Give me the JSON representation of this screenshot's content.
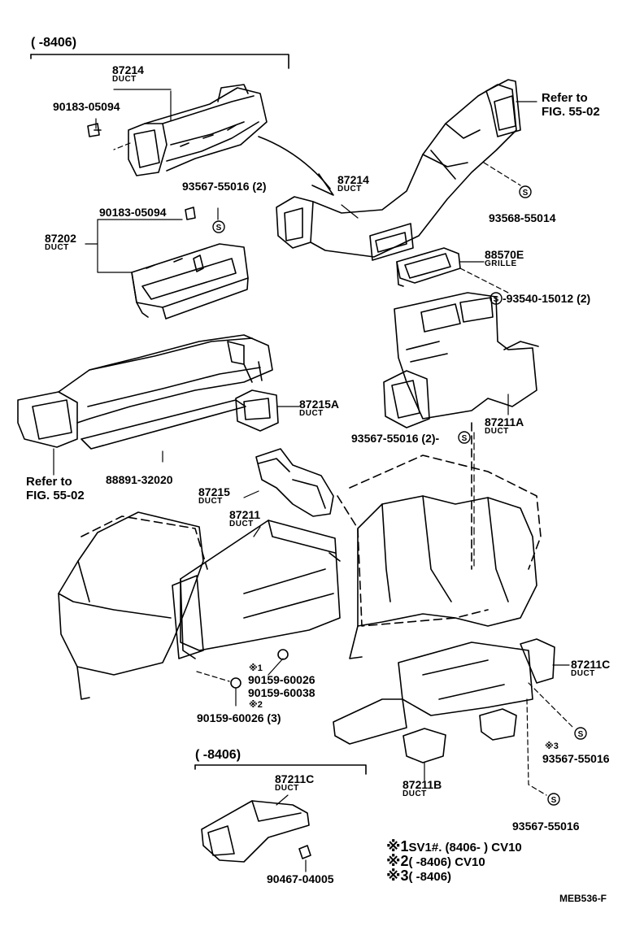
{
  "brackets": {
    "top": "(      -8406)",
    "bottom": "(      -8406)"
  },
  "labels": {
    "duct_87214_left": {
      "part": "87214",
      "name": "DUCT"
    },
    "screw_90183_a": "90183-05094",
    "screw_93567_a": "93567-55016 (2)",
    "screw_90183_b": "90183-05094",
    "duct_87202": {
      "part": "87202",
      "name": "DUCT"
    },
    "duct_87214_right": {
      "part": "87214",
      "name": "DUCT"
    },
    "refer_top": {
      "line1": "Refer to",
      "line2": "FIG. 55-02"
    },
    "screw_93568": "93568-55014",
    "grille_88570e": {
      "part": "88570E",
      "name": "GRILLE"
    },
    "screw_93540": "-93540-15012 (2)",
    "duct_87215a": {
      "part": "87215A",
      "name": "DUCT"
    },
    "duct_87211a": {
      "part": "87211A",
      "name": "DUCT"
    },
    "screw_93567_b": "93567-55016 (2)-",
    "refer_left": {
      "line1": "Refer to",
      "line2": "FIG. 55-02"
    },
    "pad_88891": "88891-32020",
    "duct_87215": {
      "part": "87215",
      "name": "DUCT"
    },
    "duct_87211": {
      "part": "87211",
      "name": "DUCT"
    },
    "mark_1": "※1",
    "clip_90159_60026": "90159-60026",
    "clip_90159_60038": "90159-60038",
    "mark_2": "※2",
    "clip_90159_60026_3": "90159-60026 (3)",
    "duct_87211c_right": {
      "part": "87211C",
      "name": "DUCT"
    },
    "mark_3": "※3",
    "screw_93567_c": "93567-55016",
    "duct_87211b": {
      "part": "87211B",
      "name": "DUCT"
    },
    "screw_93567_d": "93567-55016",
    "duct_87211c_bottom": {
      "part": "87211C",
      "name": "DUCT"
    },
    "clip_90467": "90467-04005"
  },
  "notes": [
    {
      "sym": "※1",
      "text": "SV1#. (8406-        ) CV10"
    },
    {
      "sym": "※2",
      "text": "(        -8406) CV10"
    },
    {
      "sym": "※3",
      "text": "(        -8406)"
    }
  ],
  "figure_code": "MEB536-F"
}
